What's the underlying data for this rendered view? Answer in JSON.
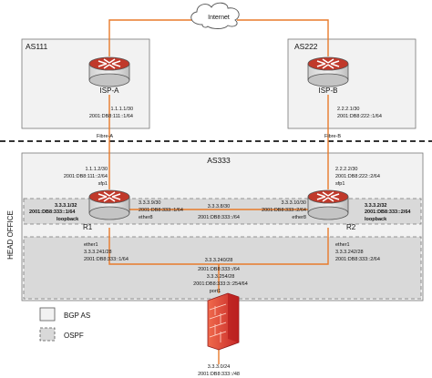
{
  "cloud": {
    "label": "Internet"
  },
  "as_boxes": {
    "as111": "AS111",
    "as222": "AS222",
    "as333": "AS333"
  },
  "routers": {
    "isp_a": {
      "name": "ISP-A",
      "ipv4": "1.1.1.1/30",
      "ipv6": "2001:DB8:111::1/64"
    },
    "isp_b": {
      "name": "ISP-B",
      "ipv4": "2.2.2.1/30",
      "ipv6": "2001:DB8:222::1/64"
    },
    "r1": {
      "name": "R1",
      "sfp_ipv4": "1.1.1.2/30",
      "sfp_ipv6": "2001:DB8:111::2/64",
      "sfp_if": "sfp1",
      "loop_ipv4": "3.3.3.1/32",
      "loop_ipv6": "2001:DB8:333::1/64",
      "loop_if": "loopback",
      "e8_ipv4": "3.3.3.9/30",
      "e8_ipv6": "2001:DB8:333::1/64",
      "e8_if": "ether8",
      "e1_if": "ether1",
      "e1_ipv4": "3.3.3.241/28",
      "e1_ipv6": "2001:DB8:333::1/64"
    },
    "r2": {
      "name": "R2",
      "sfp_ipv4": "2.2.2.2/30",
      "sfp_ipv6": "2001:DB8:222::2/64",
      "sfp_if": "sfp1",
      "loop_ipv4": "3.3.3.2/32",
      "loop_ipv6": "2001:DB8:333::2/64",
      "loop_if": "loopback",
      "e8_ipv4": "3.3.3.10/30",
      "e8_ipv6": "2001:DB8:333::2/64",
      "e8_if": "ether8",
      "e1_if": "ether1",
      "e1_ipv4": "3.3.3.242/28",
      "e1_ipv6": "2001:DB8:333::2/64"
    }
  },
  "links": {
    "fibre_a": "Fibre-A",
    "fibre_b": "Fibre-B",
    "p2p_ipv4": "3.3.3.8/30",
    "p2p_ipv6": "2001:DB8:333::/64",
    "lan_ipv4": "3.3.3.240/28",
    "lan_ipv6": "2001:DB8:333::/64"
  },
  "firewall": {
    "ipv4": "3.3.3.254/28",
    "ipv6": "2001:DB8:333:3::254/64",
    "port": "port1",
    "inside_ipv4": "3.3.3.0/24",
    "inside_ipv6": "2001:DB8:333::/48"
  },
  "head_office": "HEAD OFFICE",
  "legend": {
    "bgp": "BGP AS",
    "ospf": "OSPF"
  },
  "colors": {
    "link": "#e87a2a",
    "ospf_fill": "#d9d9d9",
    "router_top": "#c0392b",
    "as_fill": "#f2f2f2"
  }
}
